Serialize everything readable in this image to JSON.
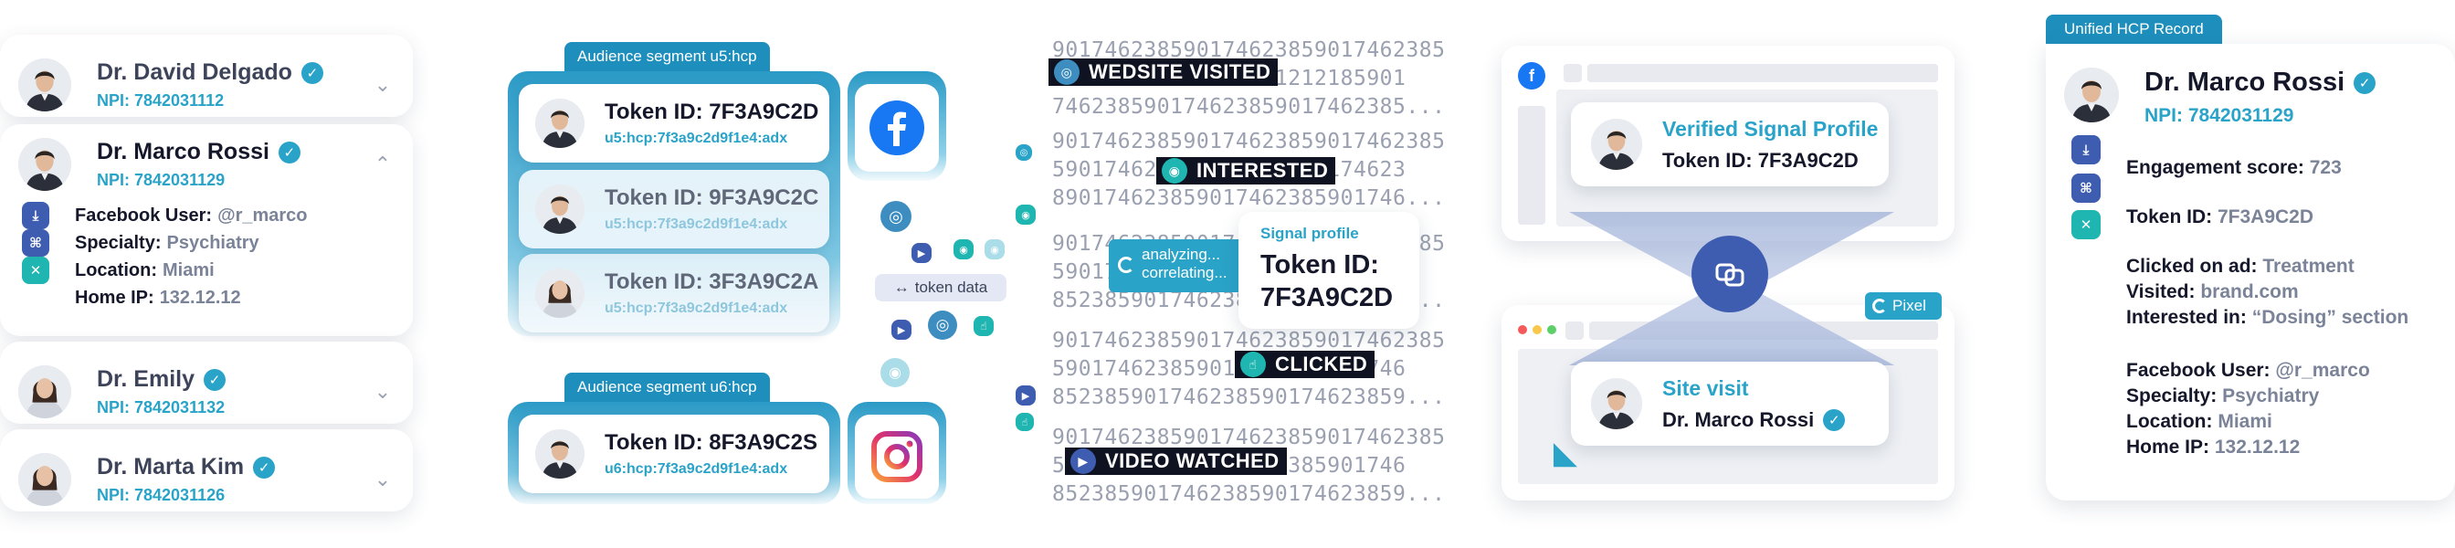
{
  "hcp_list": [
    {
      "name": "Dr. David Delgado",
      "npi": "NPI: 7842031112",
      "expanded": false
    },
    {
      "name": "Dr. Marco Rossi",
      "npi": "NPI: 7842031129",
      "expanded": true,
      "details": [
        {
          "label": "Facebook User:",
          "value": "@r_marco"
        },
        {
          "label": "Specialty:",
          "value": "Psychiatry"
        },
        {
          "label": "Location:",
          "value": "Miami"
        },
        {
          "label": "Home IP:",
          "value": "132.12.12"
        }
      ]
    },
    {
      "name": "Dr. Emily",
      "npi": "NPI: 7842031132",
      "expanded": false
    },
    {
      "name": "Dr. Marta Kim",
      "npi": "NPI: 7842031126",
      "expanded": false
    }
  ],
  "segments": [
    {
      "tab": "Audience segment u5:hcp",
      "tokens": [
        {
          "id": "Token ID: 7F3A9C2D",
          "sub": "u5:hcp:7f3a9c2d9f1e4:adx"
        },
        {
          "id": "Token ID: 9F3A9C2C",
          "sub": "u5:hcp:7f3a9c2d9f1e4:adx"
        },
        {
          "id": "Token ID: 3F3A9C2A",
          "sub": "u5:hcp:7f3a9c2d9f1e4:adx"
        }
      ]
    },
    {
      "tab": "Audience segment u6:hcp",
      "tokens": [
        {
          "id": "Token ID: 8F3A9C2S",
          "sub": "u6:hcp:7f3a9c2d9f1e4:adx"
        }
      ]
    }
  ],
  "token_data_label": "token data",
  "signals": {
    "digit_blocks": [
      [
        "901746238590174623859017462385",
        "901746238590174621212185901",
        "746238590174623859017462385..."
      ],
      [
        "901746238590174623859017462385",
        "590174623859017462385174623",
        "890174623859017462385901746..."
      ],
      [
        "901746238590174623859017462385",
        "590174623859017462385901746",
        "852385901746238590174623859..."
      ],
      [
        "901746238590174623859017462385",
        "590174623859017462385901746",
        "852385901746238590174623859..."
      ],
      [
        "901746238590174623859017462385",
        "590174623859017462385901746",
        "852385901746238590174623859..."
      ]
    ],
    "labels": {
      "website_visited": "WEDSITE VISITED",
      "interested": "INTERESTED",
      "clicked": "CLICKED",
      "video_watched": "VIDEO WATCHED"
    },
    "analyzing_line1": "analyzing...",
    "analyzing_line2": "correlating...",
    "profile_title": "Signal profile",
    "profile_token_line1": "Token ID:",
    "profile_token_line2": "7F3A9C2D"
  },
  "matching": {
    "verified_title": "Verified Signal Profile",
    "verified_token": "Token ID: 7F3A9C2D",
    "visit_title": "Site visit",
    "visit_name": "Dr. Marco Rossi",
    "pixel_label": "Pixel"
  },
  "record": {
    "tab": "Unified HCP Record",
    "name": "Dr. Marco Rossi",
    "npi": "NPI: 7842031129",
    "engagement_label": "Engagement score:",
    "engagement_value": "723",
    "token_label": "Token ID:",
    "token_value": "7F3A9C2D",
    "clicked_label": "Clicked on ad:",
    "clicked_value": "Treatment",
    "visited_label": "Visited:",
    "visited_value": "brand.com",
    "interested_label": "Interested in:",
    "interested_value": "“Dosing” section",
    "fb_label": "Facebook User:",
    "fb_value": "@r_marco",
    "specialty_label": "Specialty:",
    "specialty_value": "Psychiatry",
    "location_label": "Location:",
    "location_value": "Miami",
    "ip_label": "Home IP:",
    "ip_value": "132.12.12"
  },
  "colors": {
    "accent": "#2aa3c9",
    "accent_dark": "#1e8fbd",
    "navy": "#3e5db0",
    "teal": "#1fb5b0",
    "text": "#15172a",
    "muted": "#7a8398"
  },
  "icons": [
    "verified-badge-icon",
    "chevron-down-icon",
    "chevron-up-icon",
    "download-icon",
    "specialty-icon",
    "map-icon",
    "facebook-icon",
    "instagram-icon",
    "eye-icon",
    "cursor-icon",
    "video-icon",
    "link-icon",
    "globe-icon"
  ]
}
